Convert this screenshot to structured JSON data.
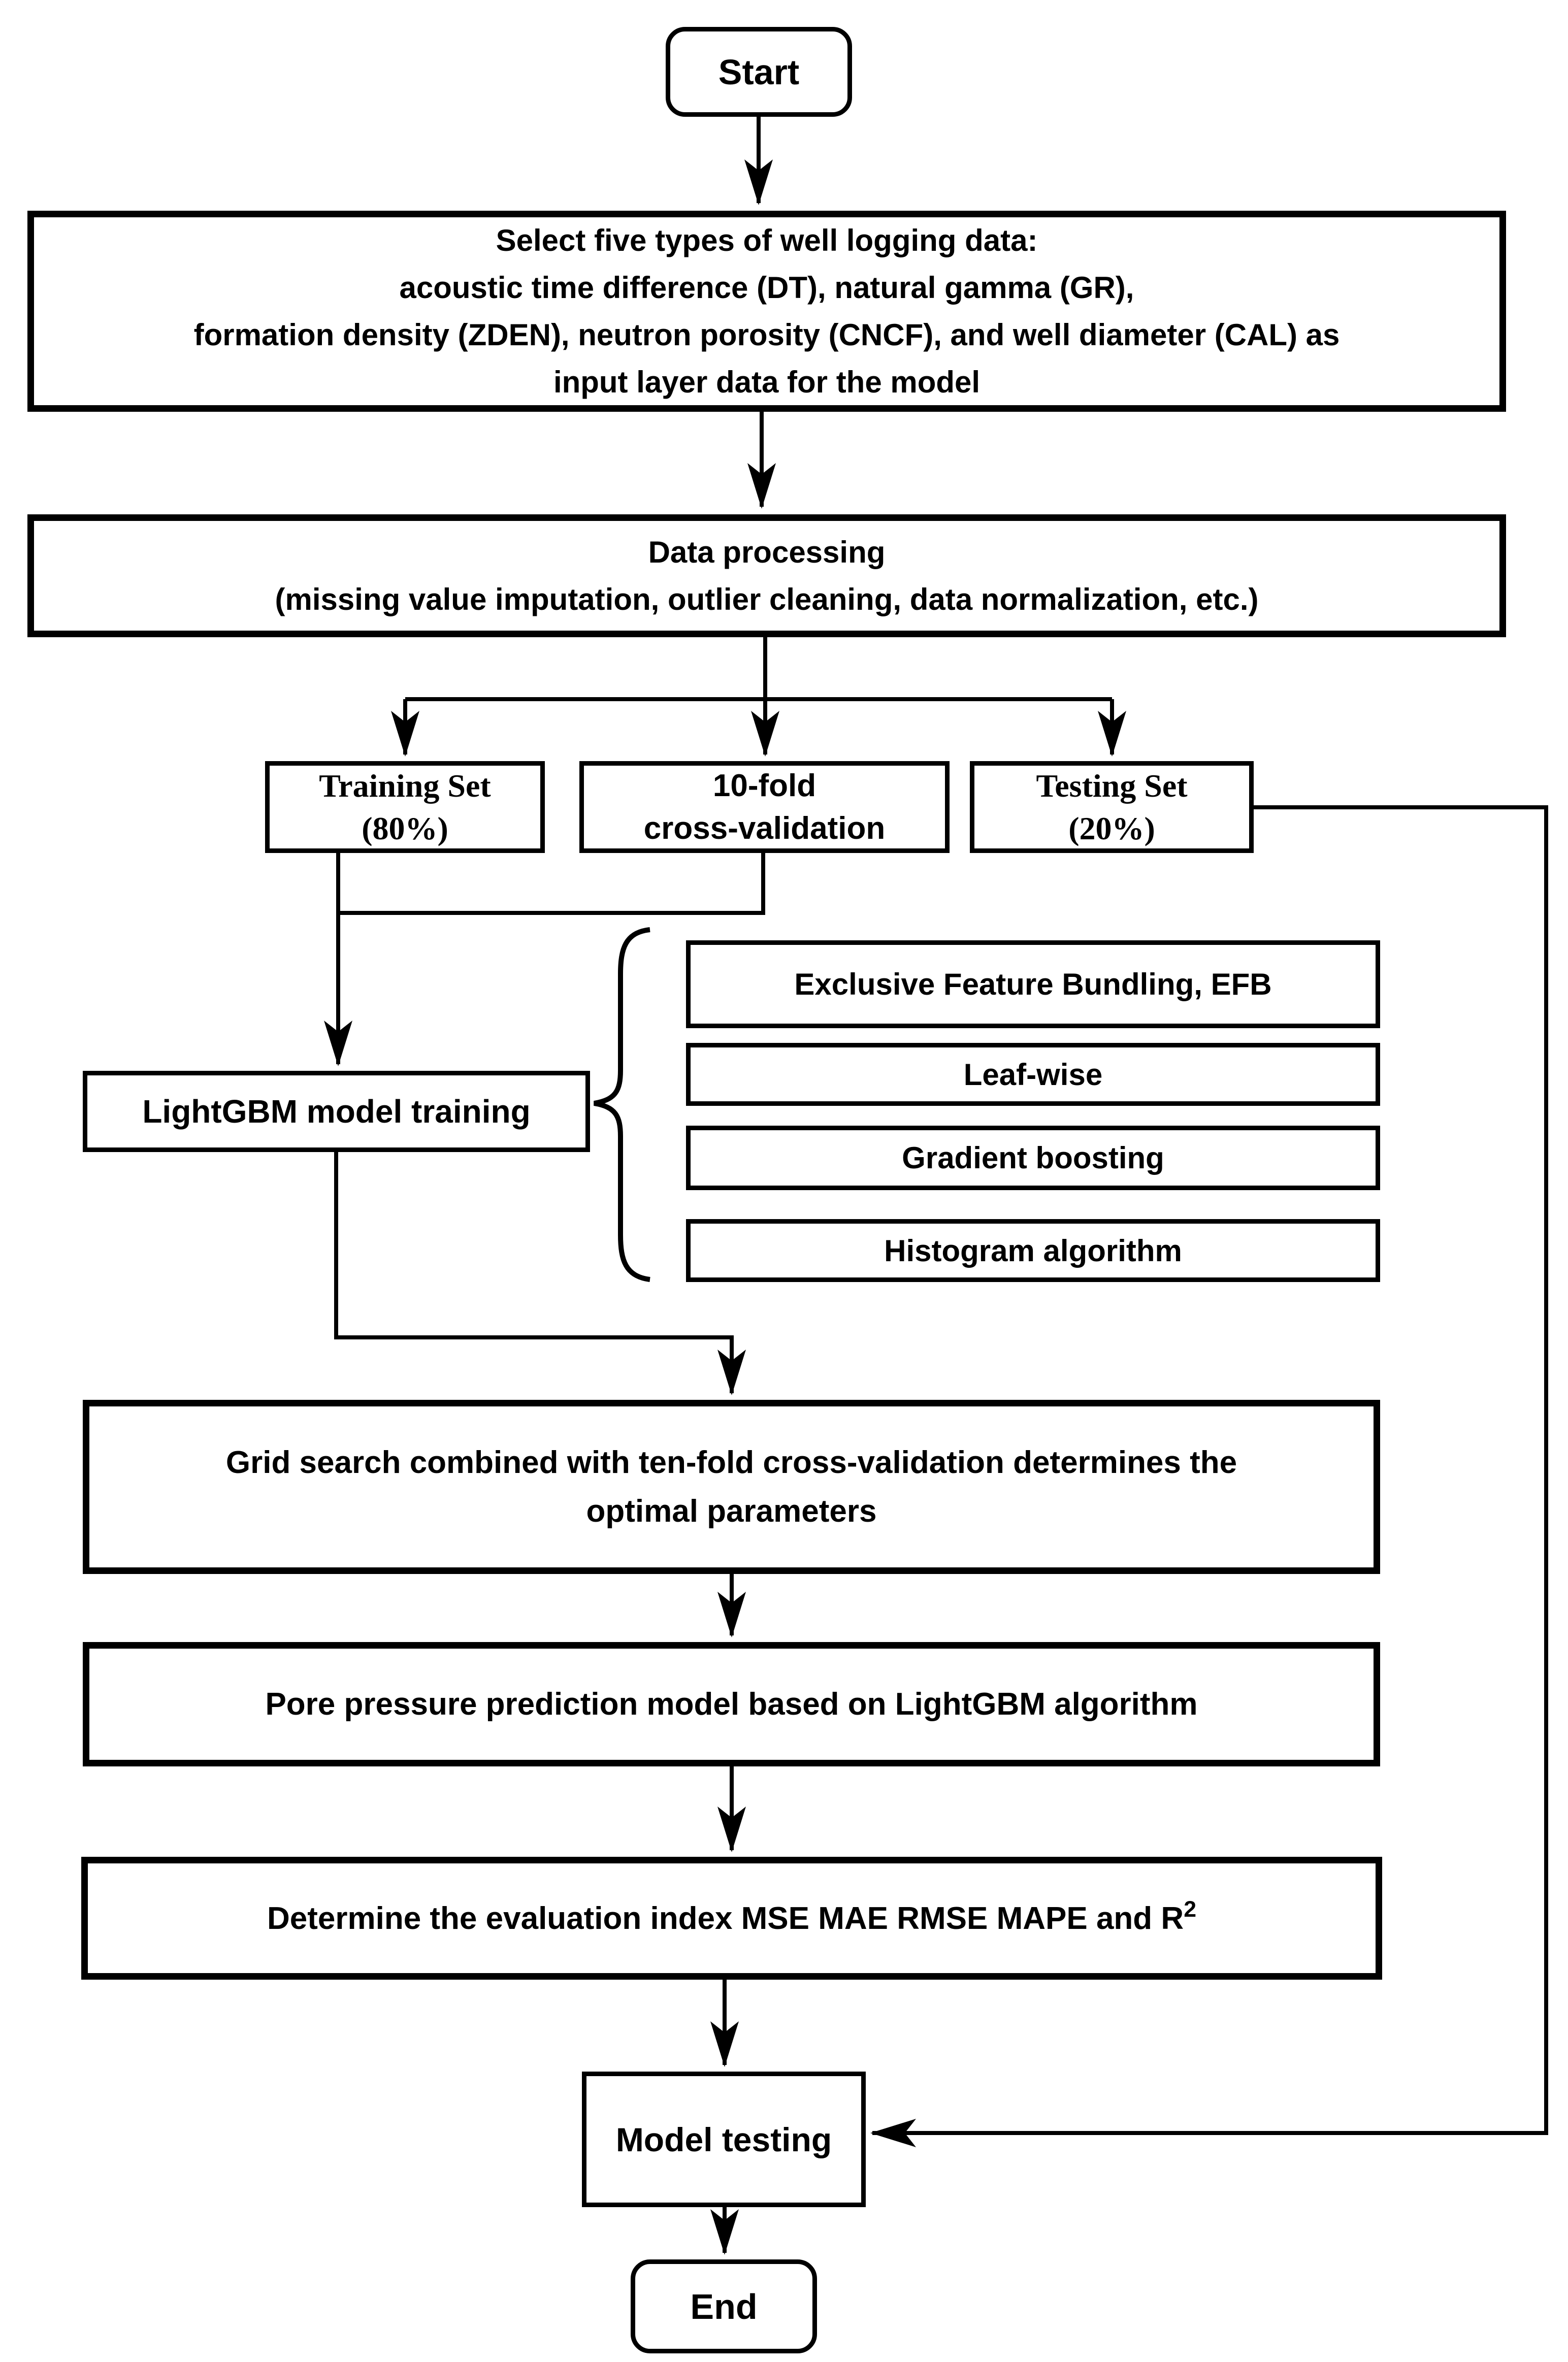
{
  "nodes": {
    "start": {
      "label": "Start"
    },
    "select_data": {
      "lines": [
        "Select five types of well logging data:",
        "acoustic time difference (DT), natural gamma (GR),",
        "formation density (ZDEN), neutron porosity (CNCF), and well diameter (CAL) as",
        "input layer data for the model"
      ]
    },
    "data_processing": {
      "lines": [
        "Data processing",
        "(missing value imputation, outlier cleaning, data normalization, etc.)"
      ]
    },
    "training_set": {
      "lines": [
        "Training Set",
        "(80%)"
      ]
    },
    "cross_validation": {
      "lines": [
        "10-fold",
        "cross-validation"
      ]
    },
    "testing_set": {
      "lines": [
        "Testing Set",
        "(20%)"
      ]
    },
    "lightgbm_training": {
      "label": "LightGBM model training"
    },
    "lightgbm_features": {
      "efb": {
        "label": "Exclusive Feature Bundling, EFB"
      },
      "leaf_wise": {
        "label": "Leaf-wise"
      },
      "gradient_boosting": {
        "label": "Gradient boosting"
      },
      "histogram": {
        "label": "Histogram algorithm"
      }
    },
    "grid_search": {
      "lines": [
        "Grid search combined with ten-fold cross-validation determines the",
        "optimal parameters"
      ]
    },
    "pore_pressure_model": {
      "label": "Pore pressure prediction model based on LightGBM algorithm"
    },
    "evaluation": {
      "text": "Determine the evaluation index MSE MAE RMSE MAPE and R",
      "superscript": "2"
    },
    "model_testing": {
      "label": "Model testing"
    },
    "end": {
      "label": "End"
    }
  },
  "colors": {
    "background": "#ffffff",
    "line": "#000000",
    "box_border": "#000000",
    "text": "#000000"
  }
}
